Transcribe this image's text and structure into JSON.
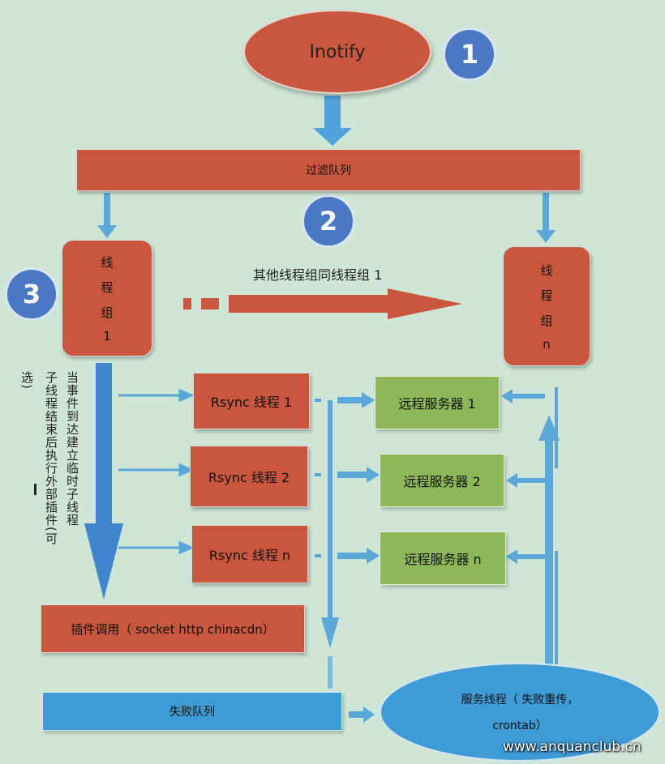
{
  "inotify": "Inotify",
  "badges": [
    "1",
    "2",
    "3"
  ],
  "filter_queue": "过滤队列",
  "thread_group_1": [
    "线",
    "程",
    "组",
    "1"
  ],
  "thread_group_n": [
    "线",
    "程",
    "组",
    "n"
  ],
  "other_groups_label": "其他线程组同线程组 1",
  "vertical_note": {
    "col1": "当事件到达建立临时子线程",
    "col2": "子线程结束后执行外部插件(可",
    "col3": "选)"
  },
  "rsync_threads": [
    "Rsync 线程 1",
    "Rsync 线程 2",
    "Rsync 线程 n"
  ],
  "remote_servers": [
    "远程服务器 1",
    "远程服务器 2",
    "远程服务器 n"
  ],
  "plugin_call": "插件调用（ socket http chinacdn）",
  "fail_queue": "失败队列",
  "service_thread": [
    "服务线程（ 失败重传，",
    "crontab）"
  ],
  "watermark": "www.anquanclub.cn",
  "colors": {
    "background": "#cfe6d6",
    "red": "#c9573d",
    "green": "#8db85a",
    "blue": "#3e9bd6",
    "badge": "#4a78c4",
    "arrow": "#5aa8d8"
  }
}
